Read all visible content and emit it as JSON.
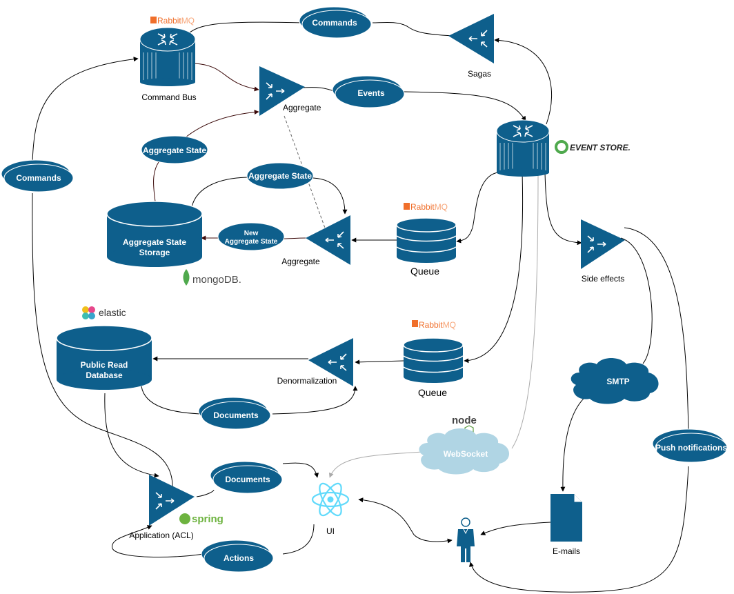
{
  "nodes": {
    "command_bus": "Command Bus",
    "aggregate_top": "Aggregate",
    "sagas": "Sagas",
    "aggregate_mid": "Aggregate",
    "aggregate_state_storage_1": "Aggregate State",
    "aggregate_state_storage_2": "Storage",
    "queue_1": "Queue",
    "queue_2": "Queue",
    "side_effects": "Side effects",
    "public_read_db_1": "Public Read",
    "public_read_db_2": "Database",
    "denormalization": "Denormalization",
    "application_acl": "Application (ACL)",
    "ui": "UI",
    "emails": "E-mails"
  },
  "messages": {
    "commands_top": "Commands",
    "events": "Events",
    "aggregate_state_left": "Aggregate State",
    "aggregate_state_mid": "Aggregate State",
    "new_state_1": "New",
    "new_state_2": "Aggregate State",
    "commands_left": "Commands",
    "documents_mid": "Documents",
    "documents_low": "Documents",
    "actions": "Actions",
    "push_notifications": "Push notifications"
  },
  "clouds": {
    "smtp": "SMTP",
    "websocket": "WebSocket"
  },
  "logos": {
    "rabbitmq_1_a": "Rabbit",
    "rabbitmq_1_b": "MQ",
    "rabbitmq_2_a": "Rabbit",
    "rabbitmq_2_b": "MQ",
    "rabbitmq_3_a": "Rabbit",
    "rabbitmq_3_b": "MQ",
    "event_store": "EVENT STORE.",
    "mongodb": "mongoDB.",
    "elastic": "elastic",
    "node": "node",
    "spring": "spring"
  },
  "colors": {
    "primary": "#0e5f8c",
    "cloud_light": "#b0d5e4",
    "rabbit": "#f06f2b",
    "mongo": "#4fa94d",
    "spring": "#6db33f",
    "react": "#61dafb"
  }
}
